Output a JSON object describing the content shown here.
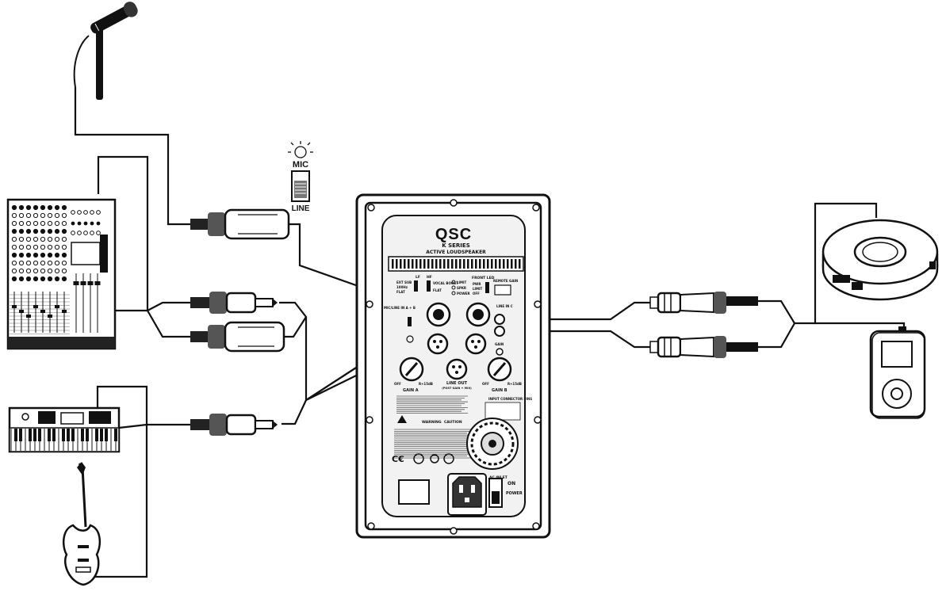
{
  "switch": {
    "top_label": "MIC",
    "bottom_label": "LINE"
  },
  "panel": {
    "brand": "QSC",
    "series": "K SERIES",
    "subtitle": "ACTIVE LOUDSPEAKER",
    "front_led": "FRONT LED",
    "lf_label": "LF",
    "hf_label": "HF",
    "ext_sub": "EXT SUB",
    "sub_hz": "100Hz",
    "flat": "FLAT",
    "vocal_boost": "VOCAL BOOST",
    "hf_flat": "FLAT",
    "led_limit": "LIMIT",
    "led_spkr": "SPKR",
    "led_power": "POWER",
    "led_pwr": "PWR",
    "led_limit2": "LIMIT",
    "led_off": "OFF",
    "remote_gain": "REMOTE GAIN",
    "mic_line_in": "MIC/LINE IN A + B",
    "line_in_c": "LINE IN C",
    "gain_a": "GAIN A",
    "gain_b": "GAIN B",
    "gain_c": "GAIN",
    "line_out": "LINE OUT",
    "line_out_sub": "(POST GAIN + MIX)",
    "off_label": "OFF",
    "max_label": "R+15dB",
    "input_connector_pins": "INPUT CONNECTOR PINS",
    "warning": "WARNING",
    "caution": "CAUTION",
    "ac_inlet": "AC INLET",
    "on": "ON",
    "power": "POWER"
  },
  "icons": [
    "microphone-icon",
    "mixer-icon",
    "keyboard-icon",
    "guitar-icon",
    "cd-player-icon",
    "mp3-player-icon",
    "speaker-panel-icon",
    "xlr-connector-icon",
    "trs-connector-icon",
    "rca-connector-icon",
    "mic-line-switch-icon"
  ],
  "colors": {
    "ink": "#111111",
    "paper": "#ffffff",
    "panel_gray": "#d9d9d9"
  }
}
